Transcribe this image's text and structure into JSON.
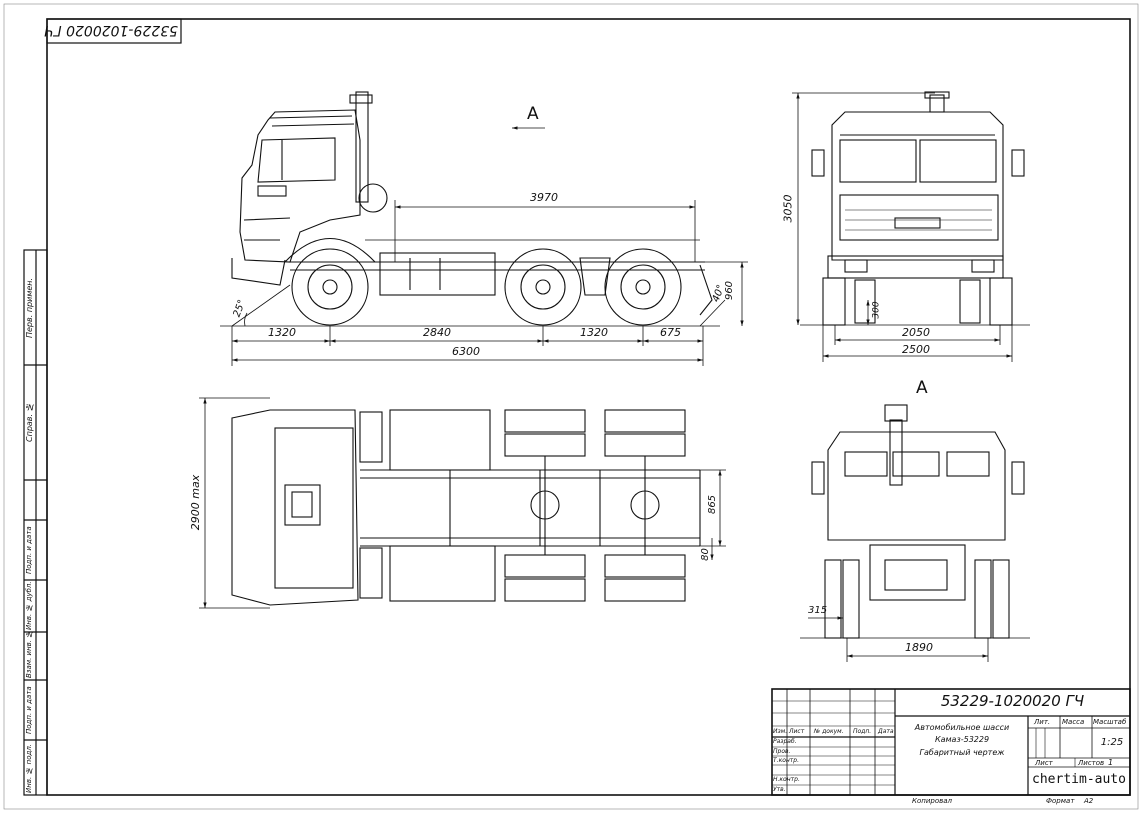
{
  "corner_stamp": "53229-1020020 ГЧ",
  "view_marker": "A",
  "side_margin_labels": [
    "Перв. примен.",
    "Справ. №",
    "Подп. и дата",
    "Инв. № дубл.",
    "Взам. инв. №",
    "Подп. и дата",
    "Инв. № подл."
  ],
  "dimensions": {
    "top_length": "3970",
    "wheelbase_1": "1320",
    "wheelbase_2": "2840",
    "wheelbase_3": "1320",
    "overhang": "675",
    "total_length": "6300",
    "angle_front": "25°",
    "angle_rear": "40°",
    "fifth_wheel_height": "960",
    "total_height": "3050",
    "clearance": "300",
    "track_width": "2050",
    "total_width": "2500",
    "plan_width": "2900 max",
    "frame_width": "865",
    "frame_offset": "80",
    "rear_track": "1890",
    "tyre_width": "315"
  },
  "title_block": {
    "designation": "53229-1020020 ГЧ",
    "product_lines": [
      "Автомобильное шасси",
      "Камаз-53229",
      "Габаритный чертеж"
    ],
    "header_cols": [
      "Изм.",
      "Лист",
      "№ докум.",
      "Подп.",
      "Дата"
    ],
    "role_rows": [
      "Разраб.",
      "Пров.",
      "Т.контр.",
      "",
      "Н.контр.",
      "Утв."
    ],
    "lit_label": "Лит.",
    "mass_label": "Масса",
    "scale_label": "Масштаб",
    "scale_value": "1:25",
    "sheet_label": "Лист",
    "sheets_label": "Листов",
    "sheets_value": "1",
    "organization": "chertim-auto",
    "copied_label": "Копировал",
    "format_label": "Формат",
    "format_value": "A2"
  }
}
